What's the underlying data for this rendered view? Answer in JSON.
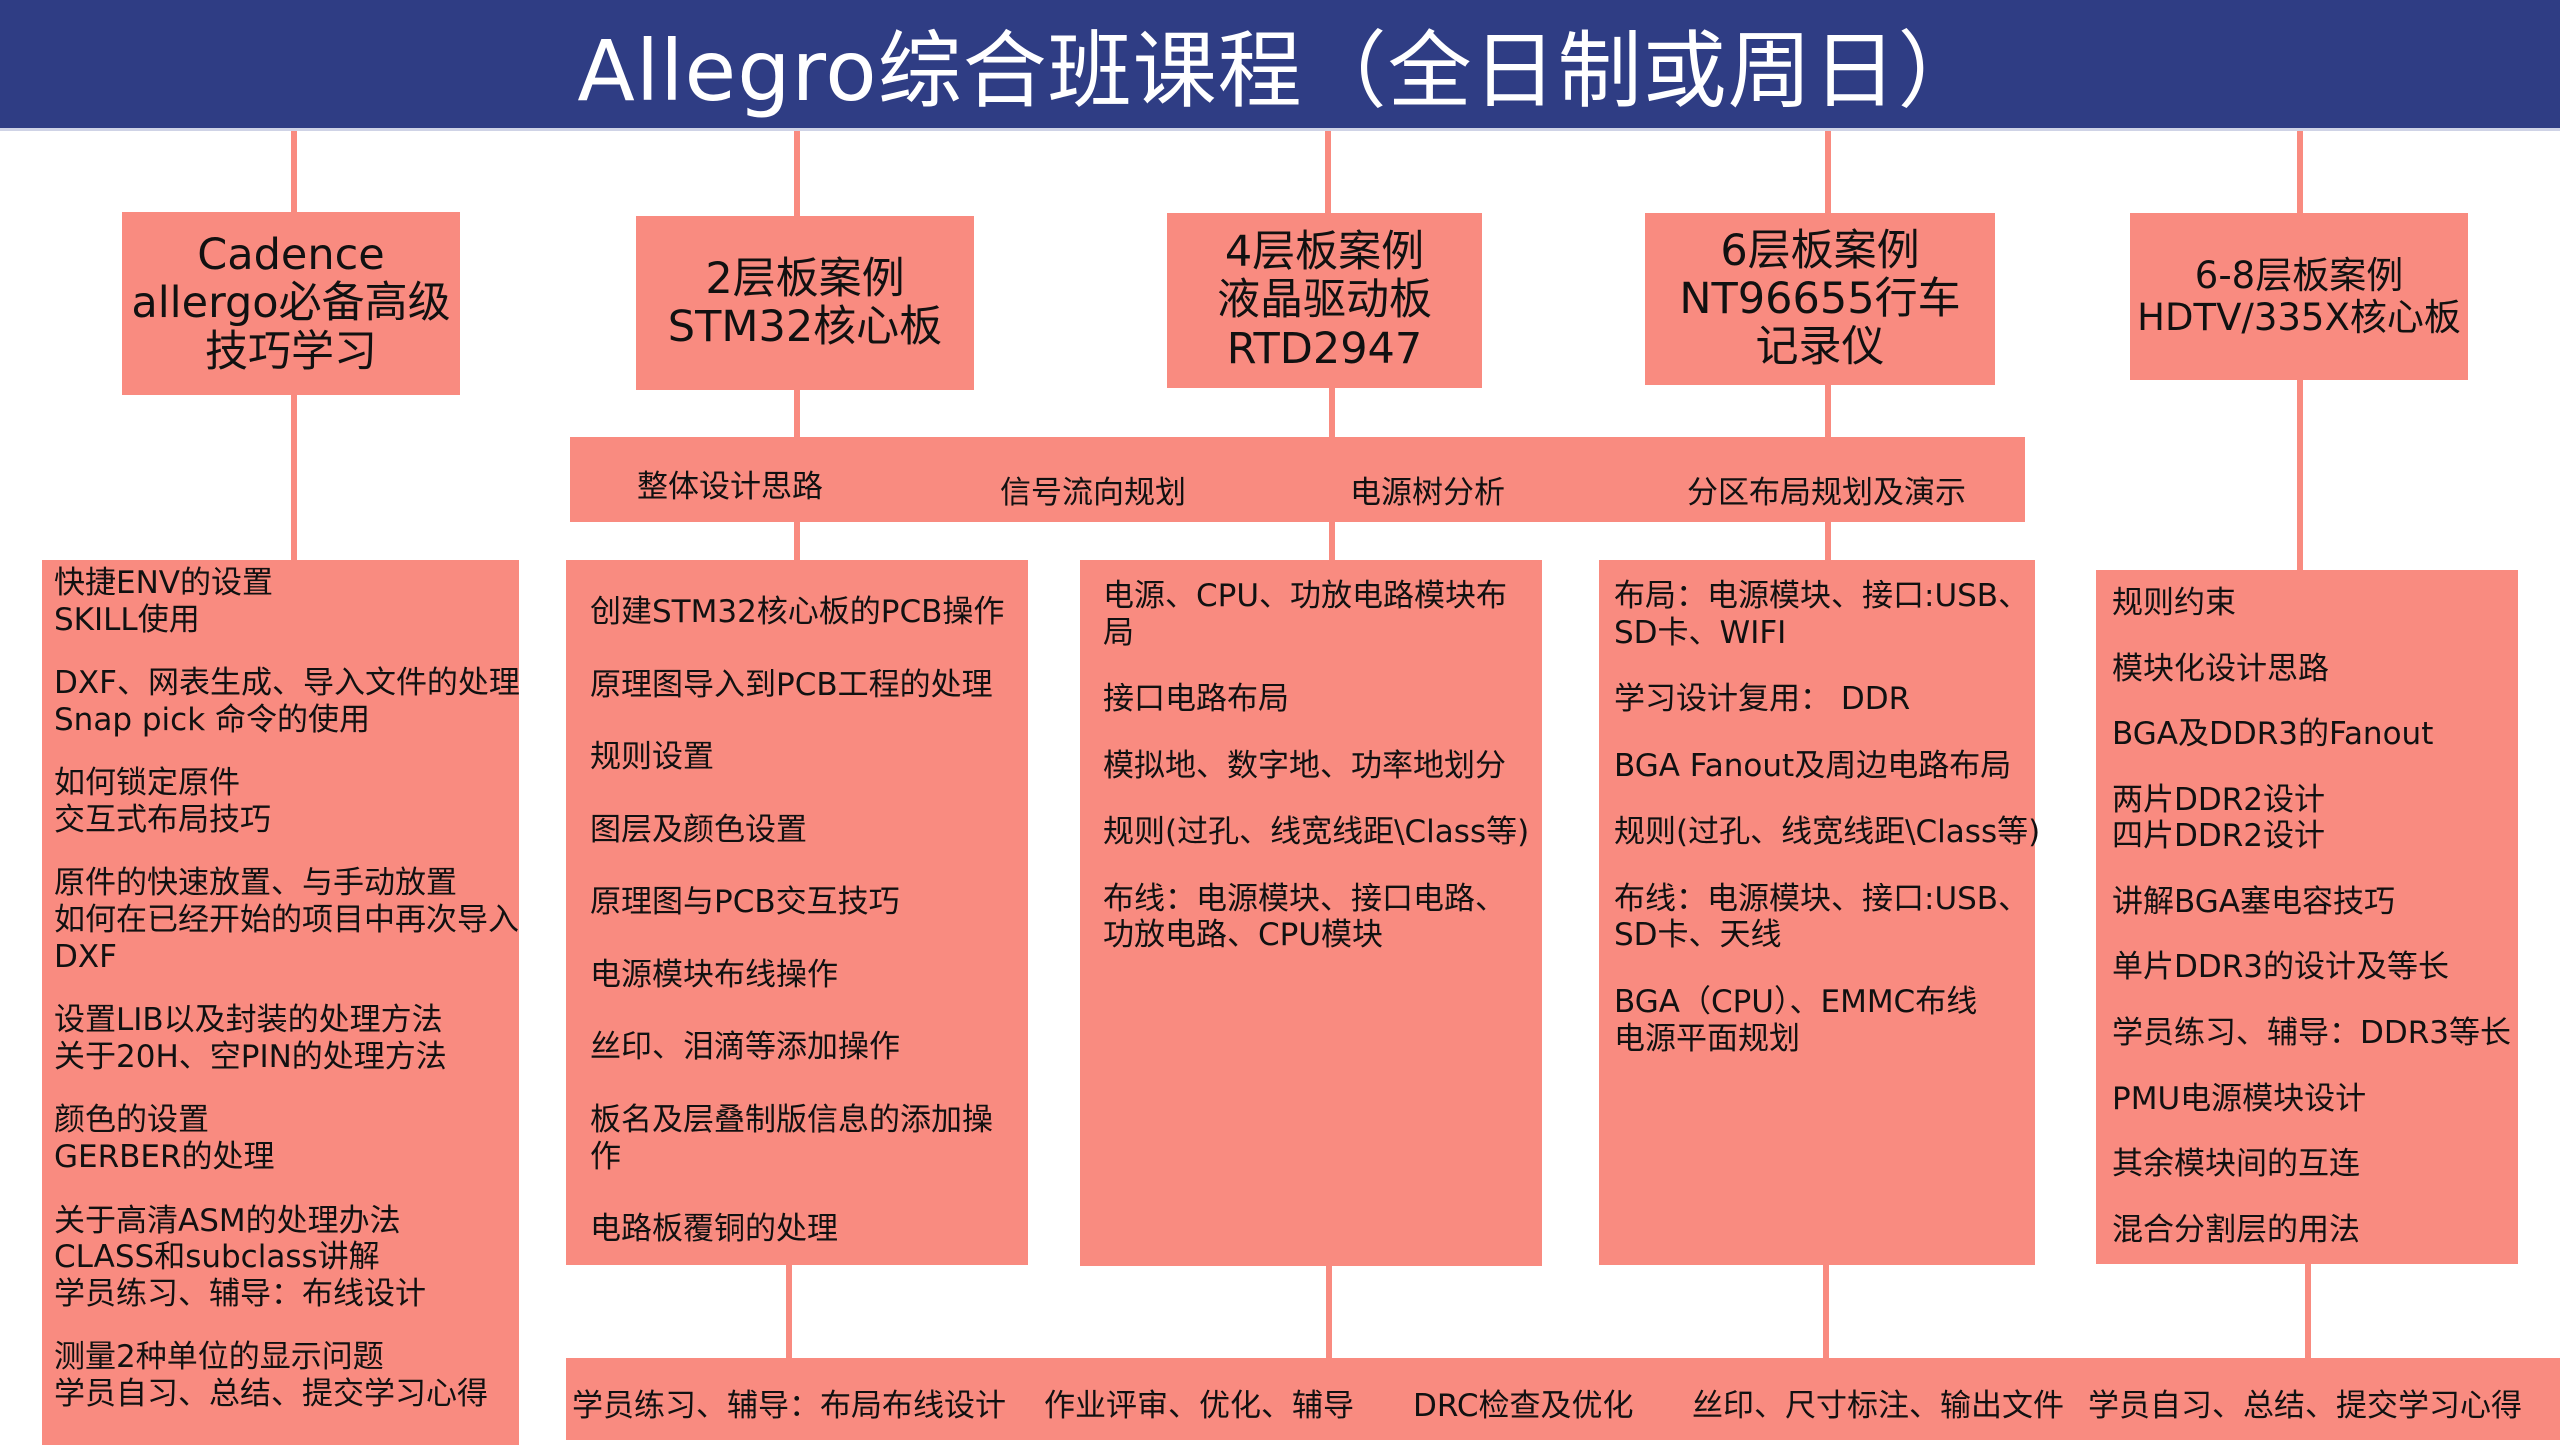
{
  "title": "Allegro综合班课程（全日制或周日）",
  "accent_color": "#f98b80",
  "title_bar_color": "#2f3d84",
  "columns": [
    {
      "heading": [
        "Cadence",
        "allergo必备高级",
        "技巧学习"
      ],
      "items": [
        [
          "快捷ENV的设置",
          "SKILL使用"
        ],
        [
          "DXF、网表生成、导入文件的处理",
          "Snap pick 命令的使用"
        ],
        [
          "如何锁定原件",
          "交互式布局技巧"
        ],
        [
          "原件的快速放置、与手动放置",
          "如何在已经开始的项目中再次导入",
          "DXF"
        ],
        [
          "设置LIB以及封装的处理方法",
          "关于20H、空PIN的处理方法"
        ],
        [
          "颜色的设置",
          "GERBER的处理"
        ],
        [
          "关于高清ASM的处理办法",
          "CLASS和subclass讲解",
          "学员练习、辅导：布线设计"
        ],
        [
          "测量2种单位的显示问题",
          "学员自习、总结、提交学习心得"
        ]
      ]
    },
    {
      "heading": [
        "2层板案例",
        "STM32核心板"
      ],
      "items": [
        [
          "创建STM32核心板的PCB操作"
        ],
        [
          "原理图导入到PCB工程的处理"
        ],
        [
          "规则设置"
        ],
        [
          "图层及颜色设置"
        ],
        [
          "原理图与PCB交互技巧"
        ],
        [
          "电源模块布线操作"
        ],
        [
          "丝印、泪滴等添加操作"
        ],
        [
          "板名及层叠制版信息的添加操",
          "作"
        ],
        [
          "电路板覆铜的处理"
        ]
      ]
    },
    {
      "heading": [
        "4层板案例",
        "液晶驱动板",
        "RTD2947"
      ],
      "items": [
        [
          "电源、CPU、功放电路模块布",
          "局"
        ],
        [
          "接口电路布局"
        ],
        [
          "模拟地、数字地、功率地划分"
        ],
        [
          "规则(过孔、线宽线距\\Class等)"
        ],
        [
          "布线：电源模块、接口电路、",
          "功放电路、CPU模块"
        ]
      ]
    },
    {
      "heading": [
        "6层板案例",
        "NT96655行车",
        "记录仪"
      ],
      "items": [
        [
          "布局：电源模块、接口:USB、",
          "SD卡、WIFI"
        ],
        [
          "学习设计复用： DDR"
        ],
        [
          "BGA Fanout及周边电路布局"
        ],
        [
          "规则(过孔、线宽线距\\Class等)"
        ],
        [
          "布线：电源模块、接口:USB、",
          "SD卡、天线"
        ],
        [
          "BGA（CPU）、EMMC布线",
          "电源平面规划"
        ]
      ]
    },
    {
      "heading": [
        "6-8层板案例",
        "HDTV/335X核心板"
      ],
      "items": [
        [
          "规则约束"
        ],
        [
          "模块化设计思路"
        ],
        [
          "BGA及DDR3的Fanout"
        ],
        [
          "两片DDR2设计",
          "四片DDR2设计"
        ],
        [
          "讲解BGA塞电容技巧"
        ],
        [
          "单片DDR3的设计及等长"
        ],
        [
          "学员练习、辅导：DDR3等长"
        ],
        [
          "PMU电源模块设计"
        ],
        [
          "其余模块间的互连"
        ],
        [
          "混合分割层的用法"
        ]
      ]
    }
  ],
  "middle_strip": [
    "整体设计思路",
    "信号流向规划",
    "电源树分析",
    "分区布局规划及演示"
  ],
  "bottom_strip": [
    "学员练习、辅导：布局布线设计",
    "作业评审、优化、辅导",
    "DRC检查及优化",
    "丝印、尺寸标注、输出文件",
    "学员自习、总结、提交学习心得"
  ]
}
